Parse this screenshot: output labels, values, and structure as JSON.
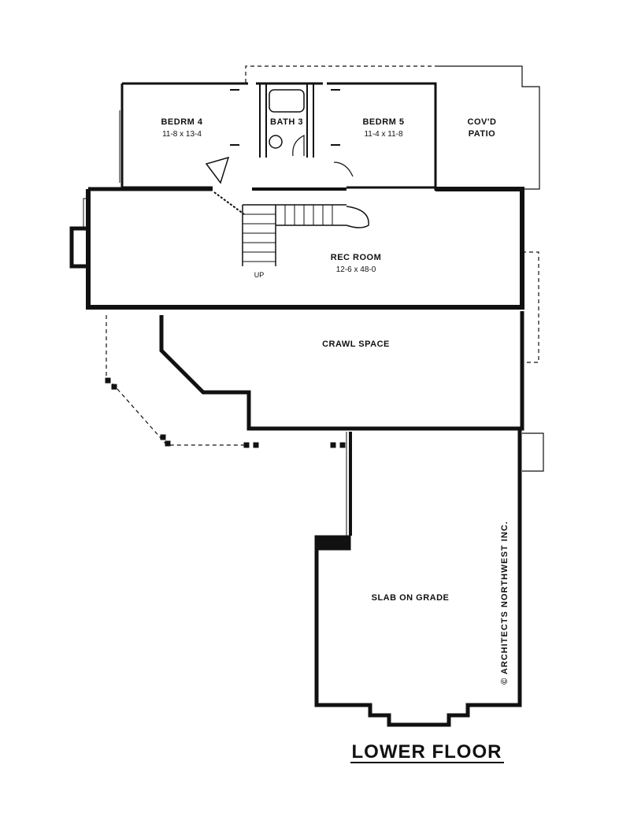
{
  "plan": {
    "title": "LOWER FLOOR",
    "credit": "© ARCHITECTS NORTHWEST INC.",
    "stair_label": "UP",
    "rooms": [
      {
        "id": "bedrm4",
        "name": "BEDRM 4",
        "dims": "11-8 x 13-4"
      },
      {
        "id": "bath3",
        "name": "BATH 3",
        "dims": ""
      },
      {
        "id": "bedrm5",
        "name": "BEDRM 5",
        "dims": "11-4 x 11-8"
      },
      {
        "id": "patio",
        "name": "COV'D",
        "dims": "PATIO"
      },
      {
        "id": "rec",
        "name": "REC ROOM",
        "dims": "12-6 x 48-0"
      },
      {
        "id": "crawl",
        "name": "CRAWL SPACE",
        "dims": ""
      },
      {
        "id": "slab",
        "name": "SLAB ON GRADE",
        "dims": ""
      }
    ]
  },
  "colors": {
    "line": "#111111",
    "background": "#ffffff"
  }
}
